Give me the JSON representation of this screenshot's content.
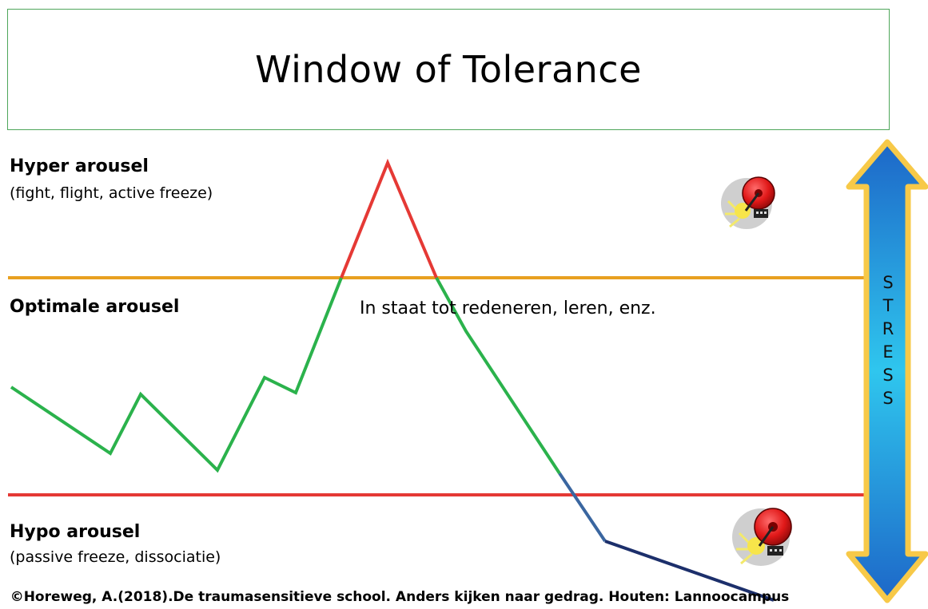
{
  "title": "Window of Tolerance",
  "zones": {
    "hyper": {
      "label": "Hyper arousel",
      "sub": "(fight, flight, active freeze)"
    },
    "optimal": {
      "label": "Optimale arousel",
      "note": "In staat tot redeneren, leren, enz."
    },
    "hypo": {
      "label": "Hypo arousel",
      "sub": "(passive freeze, dissociatie)"
    }
  },
  "stress_letters": [
    "S",
    "T",
    "R",
    "E",
    "S",
    "S"
  ],
  "credit": "©Horeweg, A.(2018).De traumasensitieve school. Anders kijken naar gedrag. Houten: Lannoocampus",
  "icons": [
    "alarm-bell-icon",
    "alarm-bell-icon"
  ],
  "colors": {
    "upper_boundary": "#e8a020",
    "lower_boundary": "#e53935",
    "line_optimal": "#2bb24c",
    "line_hyper": "#e53935",
    "line_hypo_mid": "#3a66a0",
    "line_hypo": "#1c2f6b",
    "title_border": "#4ea65a"
  }
}
